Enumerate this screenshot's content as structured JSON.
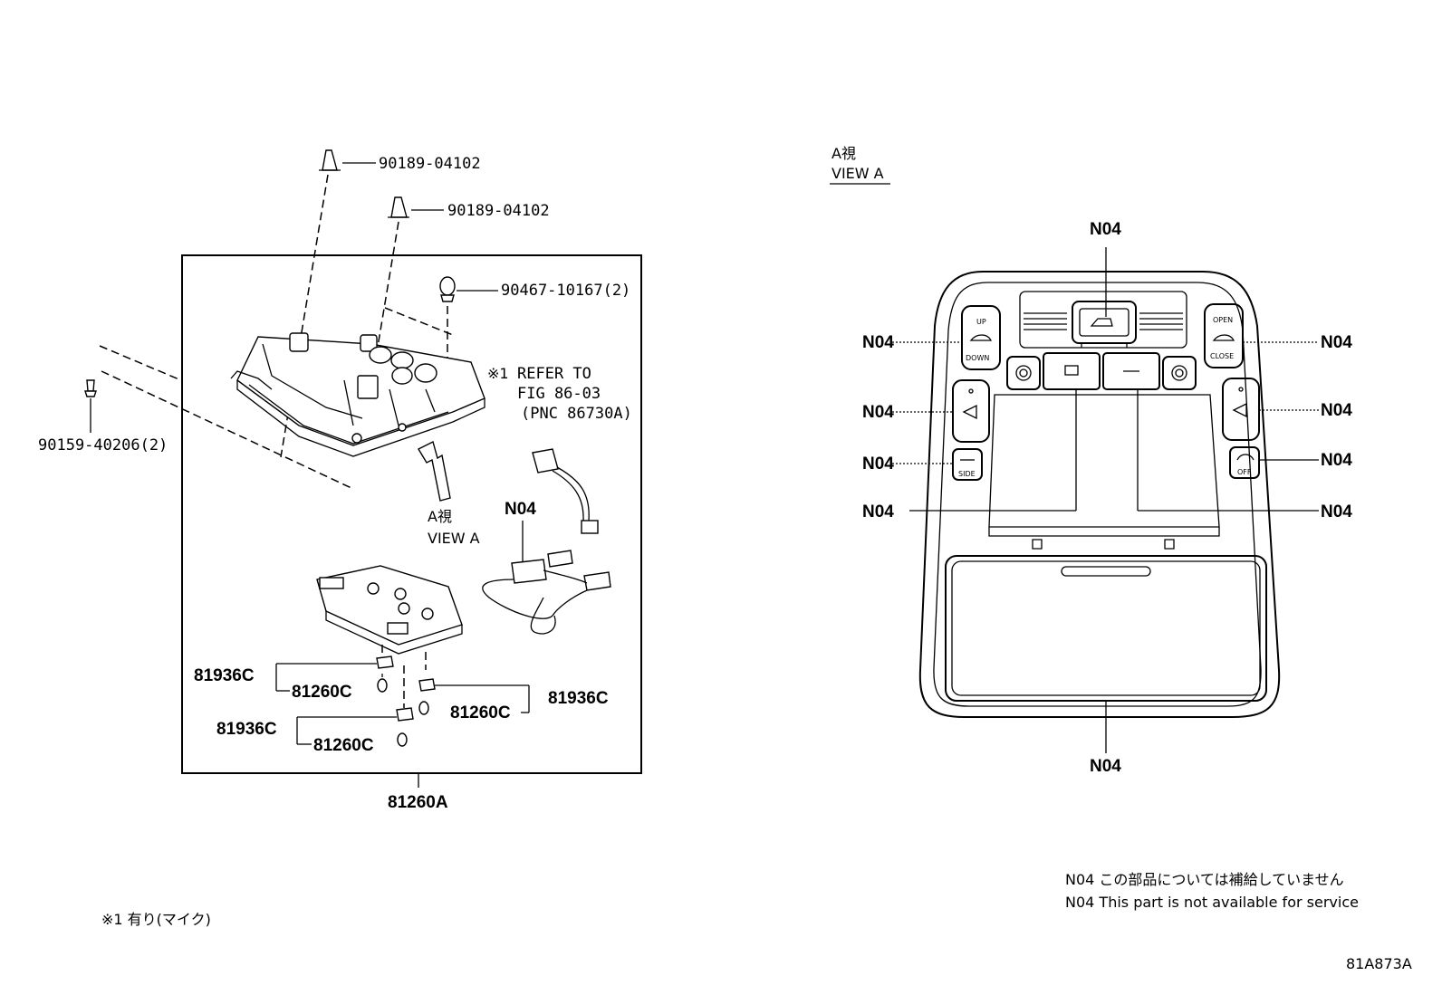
{
  "left_diagram": {
    "labels": {
      "clip_top": "90189-04102",
      "clip_mid": "90189-04102",
      "screw_right": "90467-10167(2)",
      "screw_left": "90159-40206(2)",
      "refer_mark": "※1",
      "refer_line1": "REFER TO",
      "refer_line2": "FIG 86-03",
      "refer_line3": "(PNC 86730A)",
      "view_arrow_jp": "A視",
      "view_arrow_en": "VIEW A",
      "harness_code": "N04",
      "socket_1": "81936C",
      "bulb_1": "81260C",
      "socket_2": "81936C",
      "bulb_2": "81260C",
      "socket_3": "81936C",
      "bulb_3": "81260C",
      "assembly": "81260A"
    }
  },
  "right_diagram": {
    "title_jp": "A視",
    "title_en": "VIEW A",
    "callouts": {
      "top": "N04",
      "left_1": "N04",
      "left_2": "N04",
      "left_3": "N04",
      "left_4": "N04",
      "right_1": "N04",
      "right_2": "N04",
      "right_3": "N04",
      "right_4": "N04",
      "bottom": "N04"
    },
    "button_text": {
      "up": "UP",
      "down": "DOWN",
      "open": "OPEN",
      "close": "CLOSE",
      "side": "SIDE",
      "off": "OFF"
    }
  },
  "footnotes": {
    "left_note": "※1 有り(マイク)",
    "n04_jp": "N04 この部品については補給していません",
    "n04_en": "N04 This part is not available for service",
    "illustration_code": "81A873A"
  }
}
